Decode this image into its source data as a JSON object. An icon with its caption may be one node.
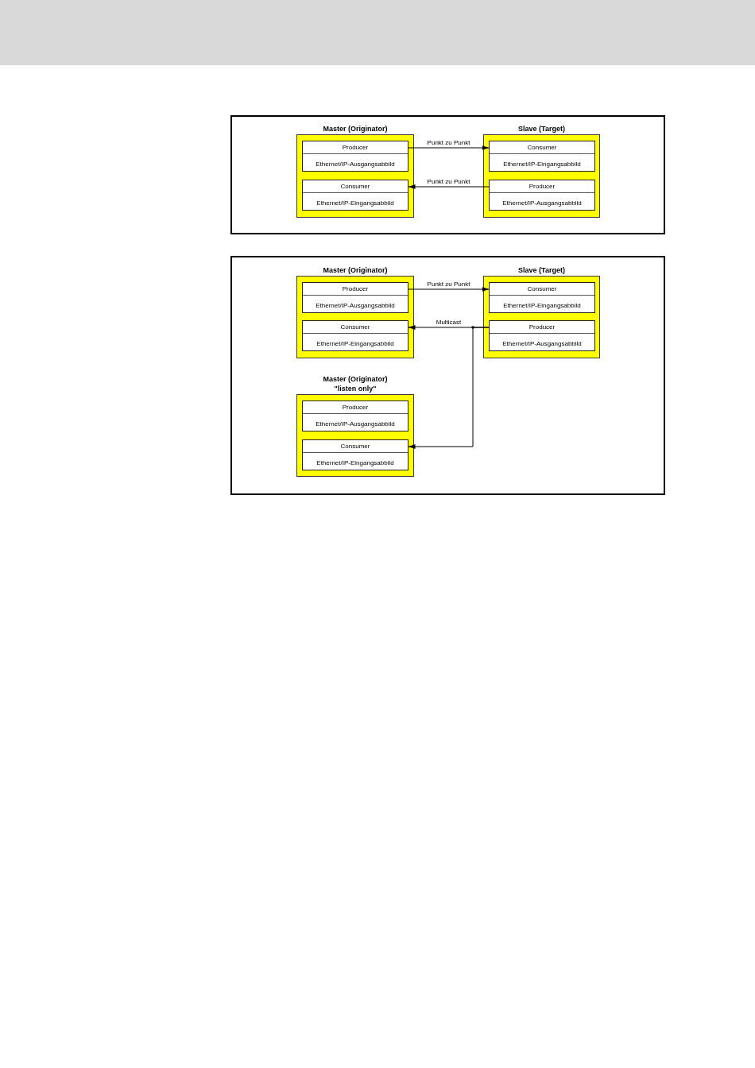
{
  "diagram": {
    "nodes": [
      {
        "text": [],
        "shape": "box"
      },
      {
        "text": [
          "Master (Originator)"
        ],
        "in": 0
      },
      {
        "text": [
          "Producer",
          "Ethernet/IP-Ausgangsabbild"
        ],
        "in": 1
      },
      {
        "text": [
          "Consumer",
          "Ethernet/IP-Eingangsabbild"
        ],
        "in": 1
      },
      {
        "text": [
          "Slave (Target)"
        ],
        "in": 0
      },
      {
        "text": [
          "Consumer",
          "Ethernet/IP-Eingangsabbild"
        ],
        "in": 4
      },
      {
        "text": [
          "Producer",
          "Ethernet/IP-Ausgangsabbild"
        ],
        "in": 4
      },
      {
        "text": [],
        "shape": "box"
      },
      {
        "text": [
          "Master (Originator)"
        ],
        "in": 7
      },
      {
        "text": [
          "Producer",
          "Ethernet/IP-Ausgangsabbild"
        ],
        "in": 8
      },
      {
        "text": [
          "Consumer",
          "Ethernet/IP-Eingangsabbild"
        ],
        "in": 8
      },
      {
        "text": [
          "Slave (Target)"
        ],
        "in": 7
      },
      {
        "text": [
          "Consumer",
          "Ethernet/IP-Eingangsabbild"
        ],
        "in": 11
      },
      {
        "text": [
          "Producer",
          "Ethernet/IP-Ausgangsabbild"
        ],
        "in": 11
      },
      {
        "text": [
          "Master (Originator) \"listen only\""
        ],
        "in": 7
      },
      {
        "text": [
          "Producer",
          "Ethernet/IP-Ausgangsabbild"
        ],
        "in": 14
      },
      {
        "text": [
          "Consumer",
          "Ethernet/IP-Eingangsabbild"
        ],
        "in": 14
      }
    ],
    "edges": [
      {
        "from": 2,
        "to": 5,
        "arrow": "to",
        "label": "Punkt zu Punkt"
      },
      {
        "from": 6,
        "to": 3,
        "arrow": "to",
        "label": "Punkt zu Punkt"
      },
      {
        "from": 9,
        "to": 12,
        "arrow": "to",
        "label": "Punkt zu Punkt"
      },
      {
        "from": 13,
        "to": 10,
        "arrow": "to",
        "label": "Multicast"
      },
      {
        "from": 13,
        "to": 16,
        "arrow": "to"
      }
    ]
  }
}
